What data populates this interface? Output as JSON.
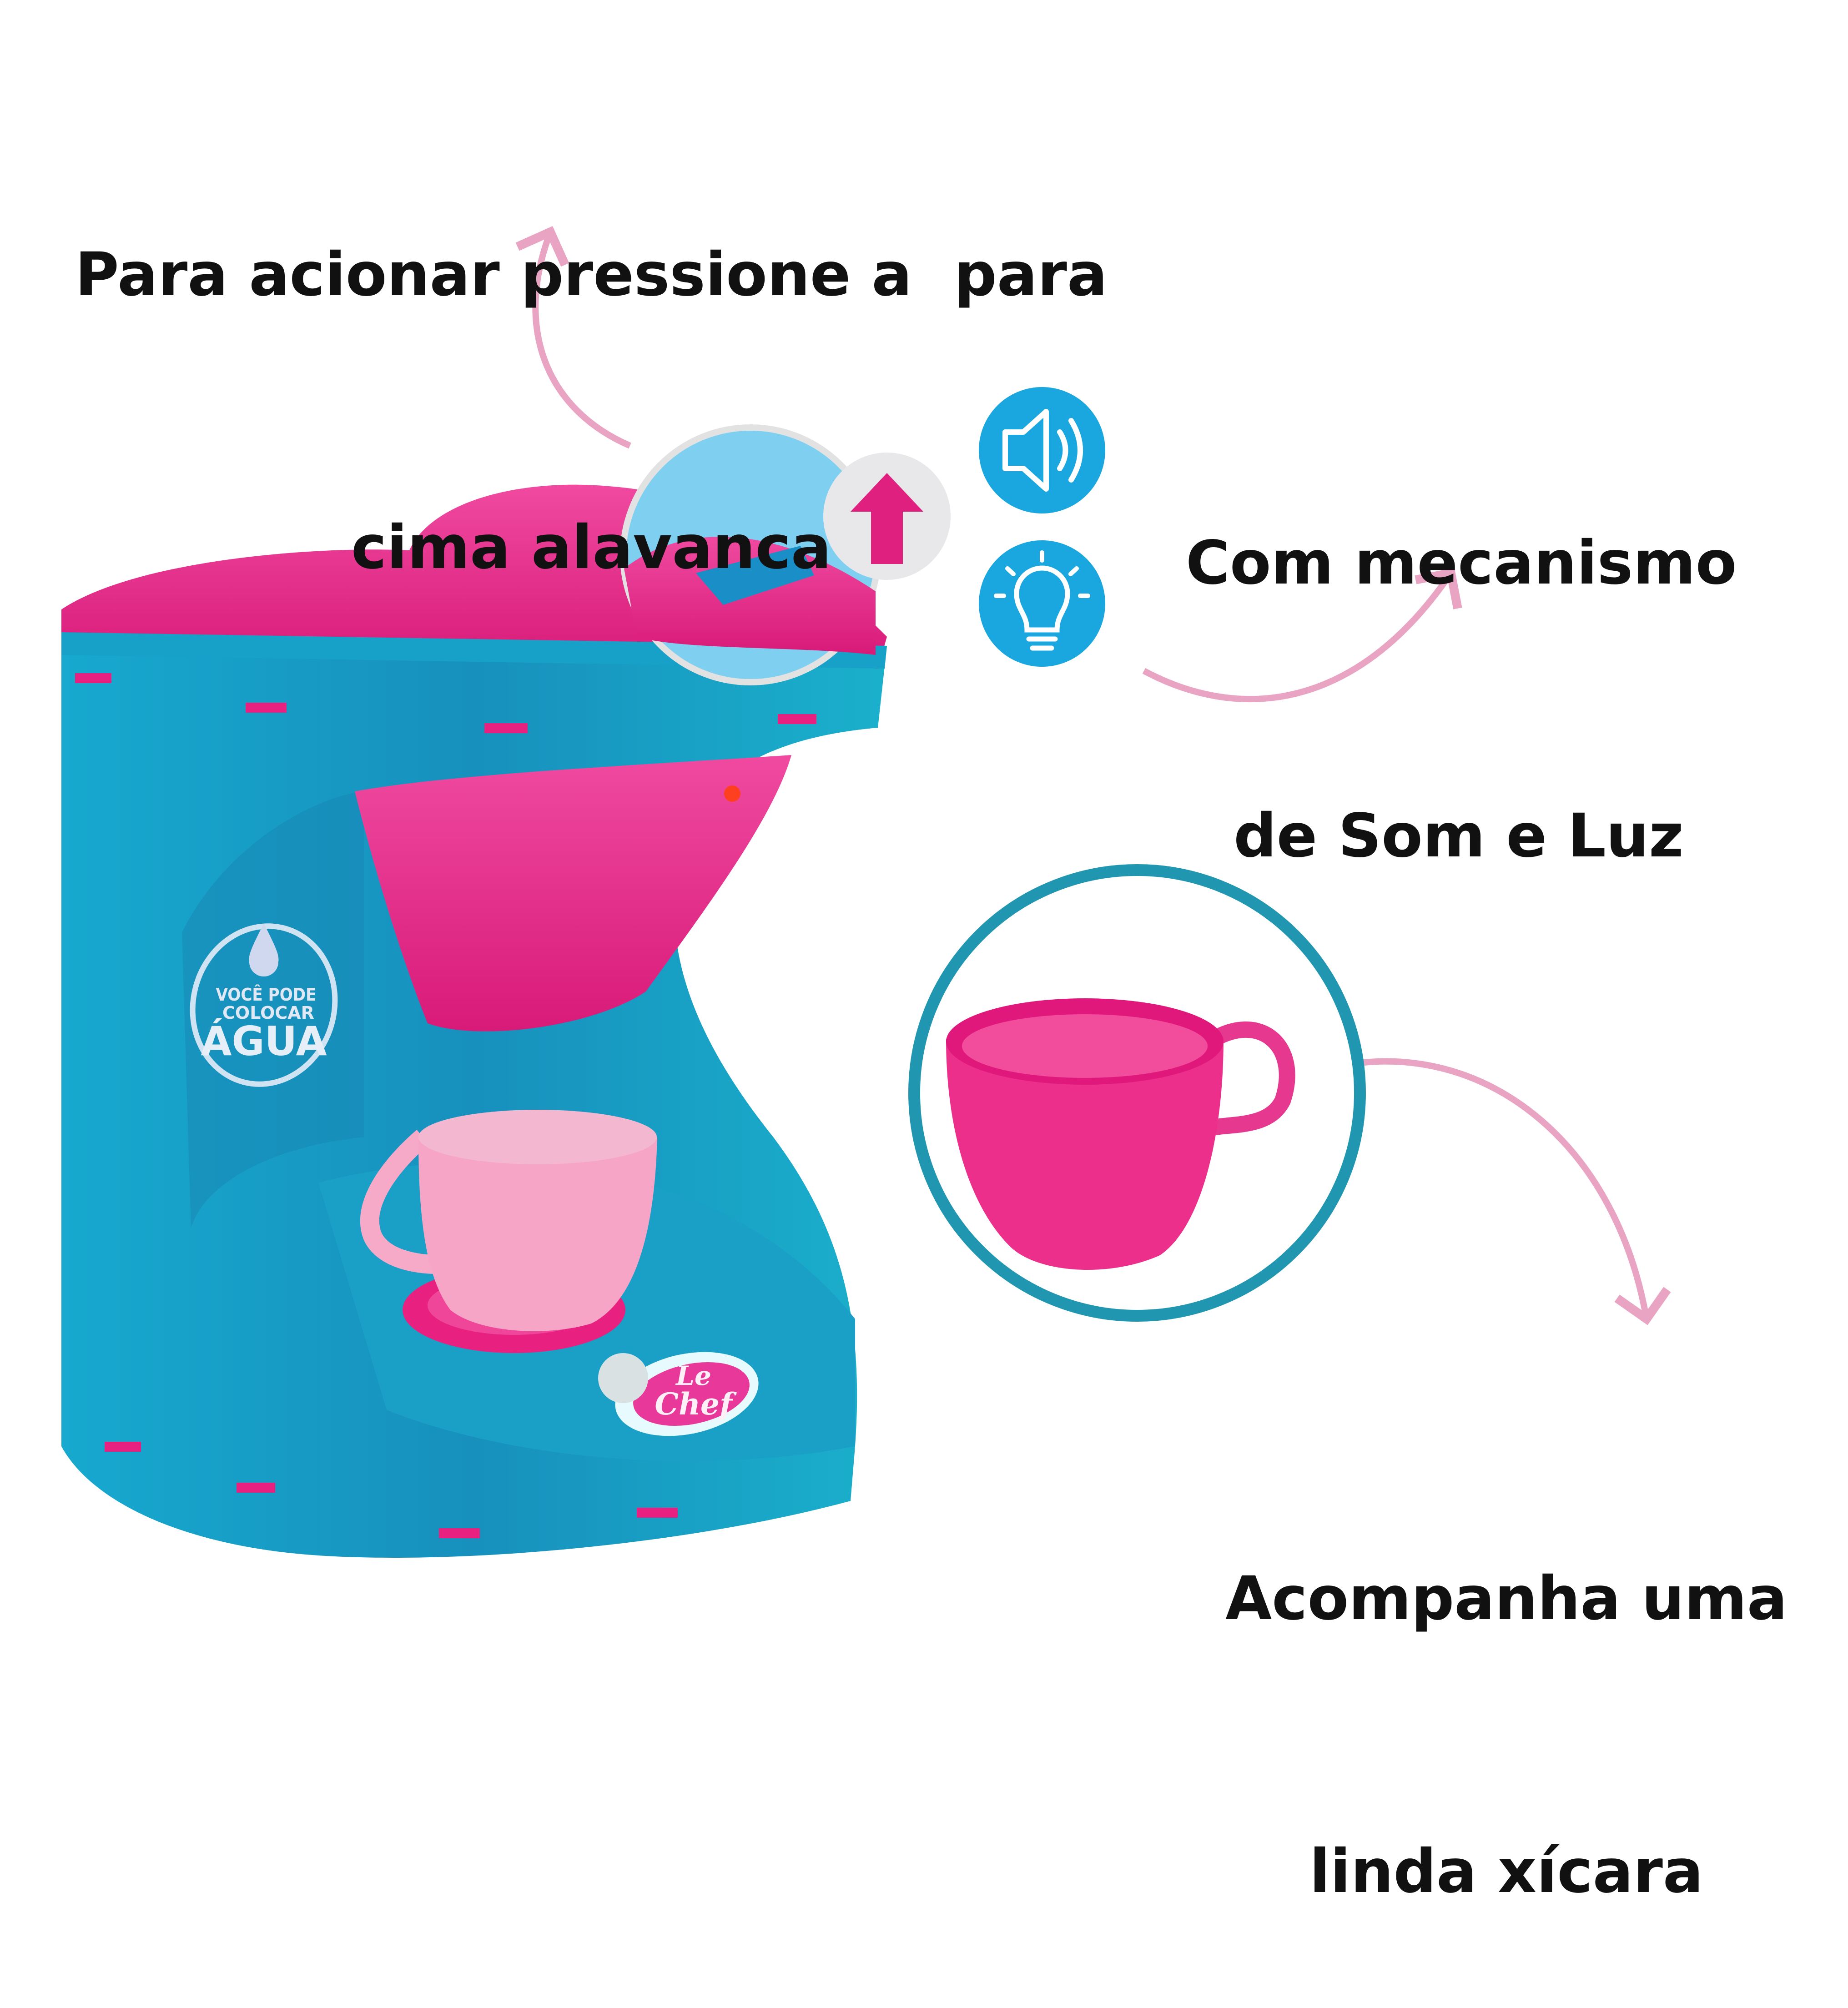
{
  "captions": {
    "lever": {
      "line1": "Para acionar pressione a  para",
      "line2": "cima alavanca"
    },
    "sound_light": {
      "line1": "Com mecanismo",
      "line2": "de Som e Luz"
    },
    "cup": {
      "line1": "Acompanha uma",
      "line2": "linda xícara"
    }
  },
  "product": {
    "water_badge": {
      "line1": "VOCÊ PODE",
      "line2": "COLOCAR",
      "line3": "ÁGUA"
    },
    "brand_logo": {
      "line1": "Le",
      "line2": "Chef"
    }
  },
  "icons": [
    "speaker-icon",
    "lightbulb-icon",
    "arrow-up-icon",
    "water-drop-icon"
  ],
  "colors": {
    "pink": "#e8207f",
    "teal": "#1a9cc0",
    "arrow_pink": "#e9a3c3",
    "icon_blue": "#1aa7df",
    "ring_teal": "#2196b0"
  }
}
